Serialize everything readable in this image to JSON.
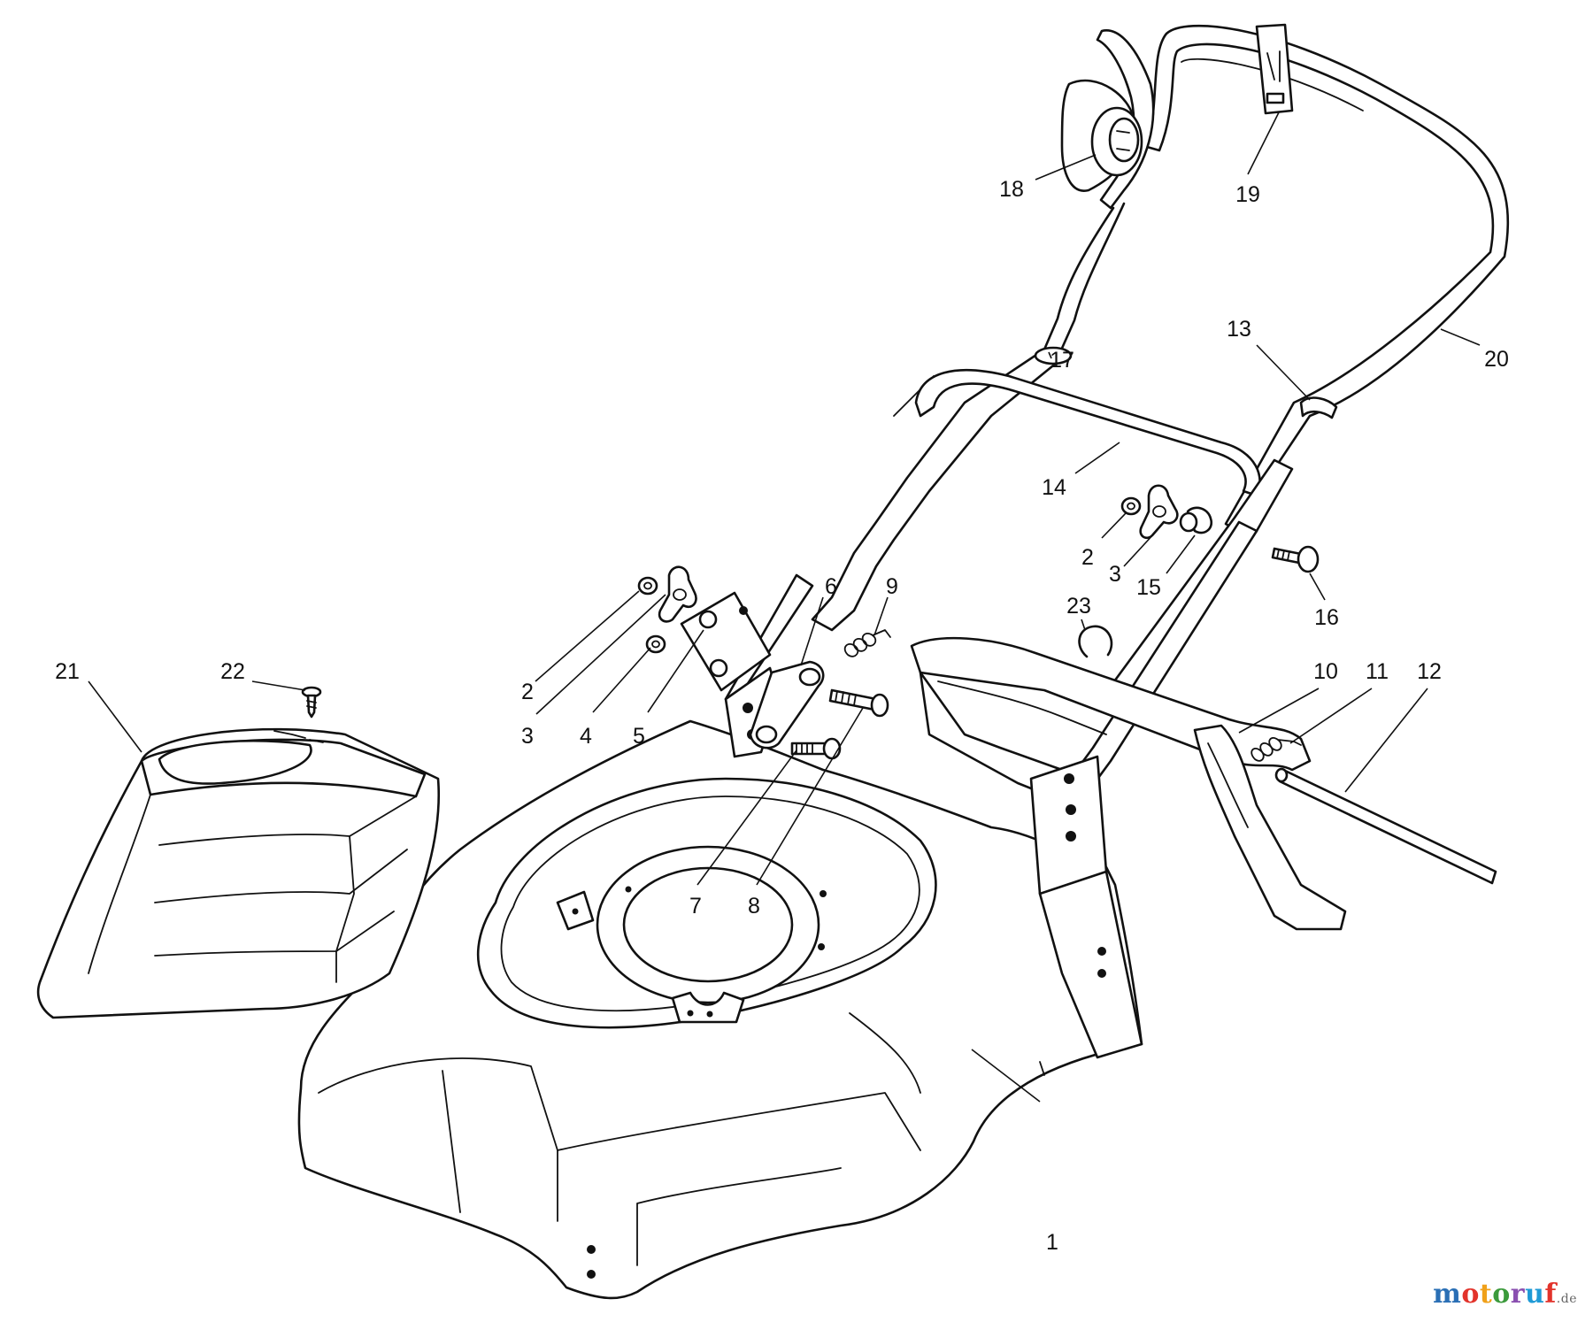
{
  "callouts": [
    "1",
    "2",
    "3",
    "4",
    "5",
    "6",
    "7",
    "8",
    "9",
    "10",
    "11",
    "12",
    "13",
    "14",
    "2",
    "3",
    "15",
    "16",
    "17",
    "18",
    "19",
    "20",
    "21",
    "22",
    "23"
  ],
  "watermark": {
    "letters": [
      "m",
      "o",
      "t",
      "o",
      "r",
      "u",
      "f"
    ],
    "colors": [
      "#2a6fb5",
      "#e2332b",
      "#f0a11a",
      "#3b9a3b",
      "#8a4fb0",
      "#1f9ad6",
      "#e2332b"
    ],
    "suffix": ".de"
  }
}
